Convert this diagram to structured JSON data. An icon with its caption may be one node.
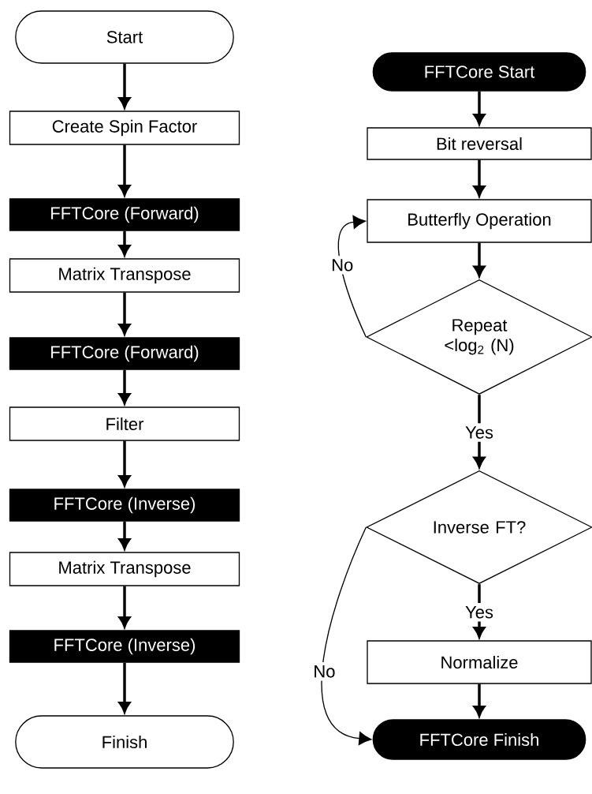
{
  "diagram": {
    "nodes": [
      {
        "text": [
          "Start"
        ]
      },
      {
        "text": [
          "Create Spin Factor"
        ]
      },
      {
        "text": [
          "FFTCore (Forward)"
        ]
      },
      {
        "text": [
          "Matrix Transpose"
        ]
      },
      {
        "text": [
          "FFTCore (Forward)"
        ]
      },
      {
        "text": [
          "Filter"
        ]
      },
      {
        "text": [
          "FFTCore (Inverse)"
        ]
      },
      {
        "text": [
          "Matrix Transpose"
        ]
      },
      {
        "text": [
          "FFTCore (Inverse)"
        ]
      },
      {
        "text": [
          "Finish"
        ]
      },
      {
        "text": [
          "FFTCore Start"
        ]
      },
      {
        "text": [
          "Bit reversal"
        ]
      },
      {
        "text": [
          "Butterfly Operation"
        ]
      },
      {
        "text": [
          "Repeat <log$_{2}$ (N)"
        ]
      },
      {
        "text": [
          "Inverse FT?"
        ]
      },
      {
        "text": [
          "Normalize"
        ]
      },
      {
        "text": [
          "FFTCore Finish"
        ]
      }
    ],
    "edges": [
      {
        "from": 0,
        "to": 1,
        "arrow": "to"
      },
      {
        "from": 1,
        "to": 2,
        "arrow": "to"
      },
      {
        "from": 2,
        "to": 3,
        "arrow": "to"
      },
      {
        "from": 3,
        "to": 4,
        "arrow": "to"
      },
      {
        "from": 4,
        "to": 5,
        "arrow": "to"
      },
      {
        "from": 5,
        "to": 6,
        "arrow": "to"
      },
      {
        "from": 6,
        "to": 7,
        "arrow": "to"
      },
      {
        "from": 7,
        "to": 8,
        "arrow": "to"
      },
      {
        "from": 8,
        "to": 9,
        "arrow": "to"
      },
      {
        "from": 10,
        "to": 11,
        "arrow": "to"
      },
      {
        "from": 11,
        "to": 12,
        "arrow": "to"
      },
      {
        "from": 12,
        "to": 13,
        "arrow": "to"
      },
      {
        "from": 13,
        "to": 12,
        "arrow": "to",
        "label": "No"
      },
      {
        "from": 13,
        "to": 14,
        "arrow": "to",
        "label": "Yes"
      },
      {
        "from": 14,
        "to": 15,
        "arrow": "to",
        "label": "Yes"
      },
      {
        "from": 14,
        "to": 16,
        "arrow": "to",
        "label": "No"
      },
      {
        "from": 15,
        "to": 16,
        "arrow": "to"
      }
    ]
  }
}
